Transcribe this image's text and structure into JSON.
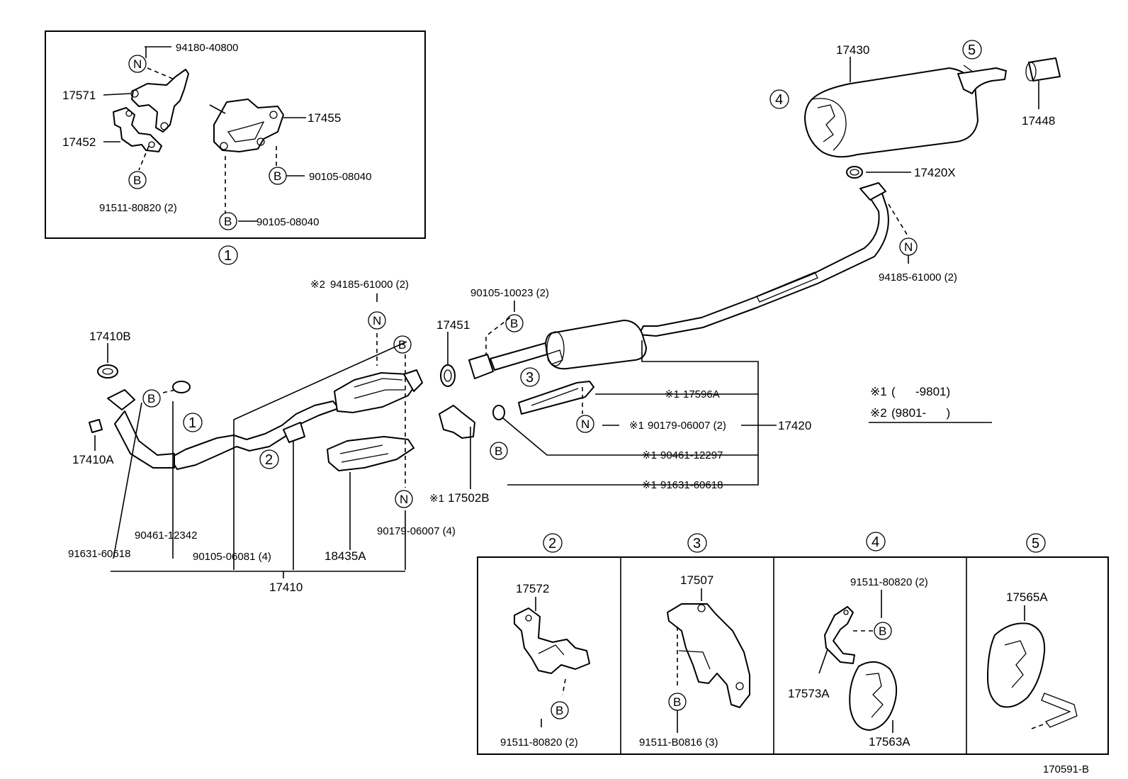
{
  "diagram_code": "170591-B",
  "legend": {
    "note1_mark": "※1",
    "note1_range": "(      -9801)",
    "note2_mark": "※2",
    "note2_range": "(9801-      )"
  },
  "callouts": {
    "c1": "1",
    "c2": "2",
    "c3": "3",
    "c4": "4",
    "c5": "5"
  },
  "markers": {
    "n": "N",
    "b": "B"
  },
  "inset1": {
    "p_94180_40800": "94180-40800",
    "p_17571": "17571",
    "p_17455": "17455",
    "p_17452": "17452",
    "p_90105_08040_a": "90105-08040",
    "p_91511_80820": "91511-80820 (2)",
    "p_90105_08040_b": "90105-08040"
  },
  "main": {
    "p_17430": "17430",
    "p_17448": "17448",
    "p_17420x": "17420X",
    "p_94185_61000_right": "94185-61000 (2)",
    "p_94185_61000_left": "94185-61000 (2)",
    "p_17451": "17451",
    "p_90105_10023": "90105-10023 (2)",
    "p_17410b": "17410B",
    "p_17410a": "17410A",
    "p_17596a": "17596A",
    "p_90179_06007_right": "90179-06007 (2)",
    "p_17420": "17420",
    "p_90461_12297": "90461-12297",
    "p_91631_60618_right": "91631-60618",
    "p_17502b": "17502B",
    "p_90179_06007_left": "90179-06007 (4)",
    "p_18435a": "18435A",
    "p_90461_12342": "90461-12342",
    "p_91631_60618_left": "91631-60618",
    "p_90105_06081": "90105-06081 (4)",
    "p_17410": "17410"
  },
  "details": {
    "d2_part": "17572",
    "d2_bolt": "91511-80820 (2)",
    "d3_part": "17507",
    "d3_bolt": "91511-B0816 (3)",
    "d4_bolt": "91511-80820 (2)",
    "d4_bracket": "17573A",
    "d4_hanger": "17563A",
    "d5_part": "17565A"
  }
}
